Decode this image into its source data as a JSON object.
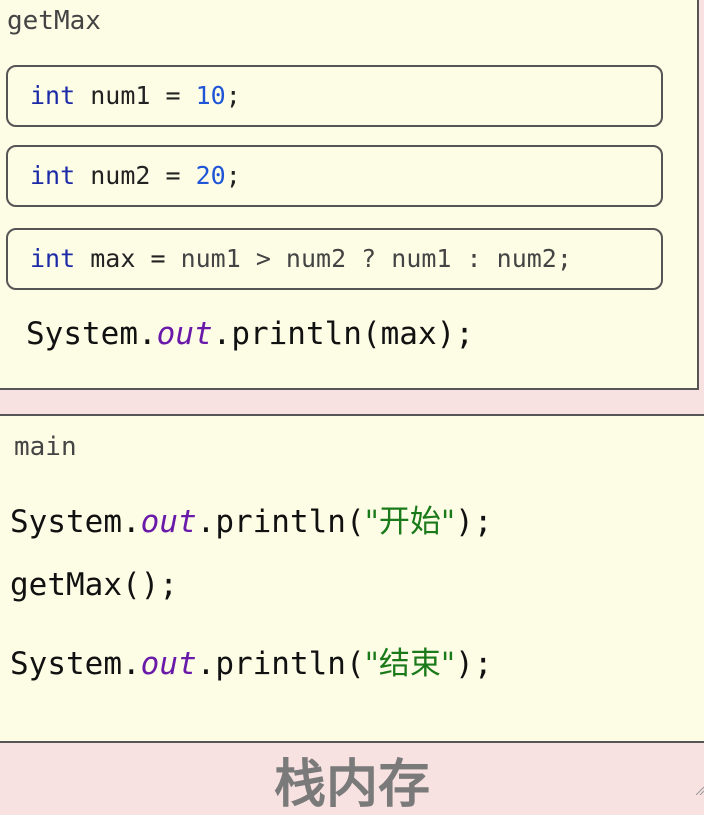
{
  "getmax": {
    "title": "getMax",
    "var1": {
      "kw": "int",
      "name": "num1",
      "eq": "=",
      "value": "10",
      "semi": ";"
    },
    "var2": {
      "kw": "int",
      "name": "num2",
      "eq": "=",
      "value": "20",
      "semi": ";"
    },
    "var3": {
      "kw": "int",
      "name": "max",
      "eq": "=",
      "expr": "num1 > num2 ? num1 : num2;"
    },
    "print": {
      "prefix": "System.",
      "out": "out",
      "suffix": ".println(max);"
    }
  },
  "main": {
    "title": "main",
    "line1": {
      "prefix": "System.",
      "out": "out",
      "mid": ".println(",
      "str": "\"开始\"",
      "end": ");"
    },
    "line2": "getMax();",
    "line3": {
      "prefix": "System.",
      "out": "out",
      "mid": ".println(",
      "str": "\"结束\"",
      "end": ");"
    }
  },
  "stack_label": "栈内存"
}
